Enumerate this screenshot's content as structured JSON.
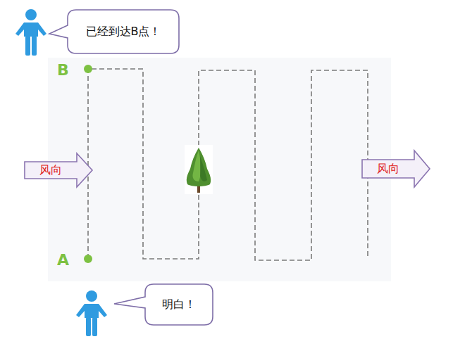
{
  "diagram": {
    "nodes": [
      {
        "text": [
          "已经到达B点！"
        ]
      },
      {
        "text": [
          "风向"
        ]
      },
      {
        "text": [
          "风向"
        ]
      },
      {
        "text": [
          "明白！"
        ]
      }
    ],
    "labels": [
      "B",
      "A"
    ]
  }
}
